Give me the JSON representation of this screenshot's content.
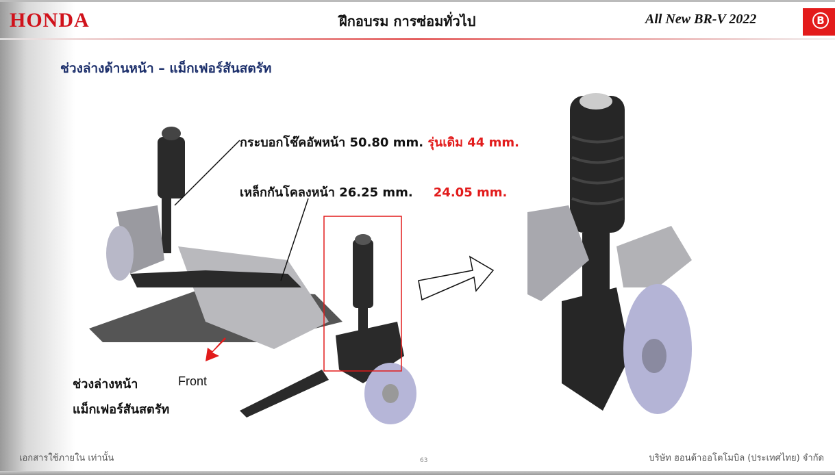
{
  "header": {
    "brand": "HONDA",
    "title": "ฝึกอบรม การซ่อมทั่วไป",
    "model": "All New BR-V  2022",
    "badge": "B"
  },
  "subtitle": "ช่วงล่างด้านหน้า – แม็กเฟอร์สันสตรัท",
  "callouts": {
    "shock_label": "กระบอกโช๊คอัพหน้า 50.80 mm.",
    "shock_old": "รุ่นเดิม 44 mm.",
    "stabilizer_label": "เหล็กกันโคลงหน้า 26.25 mm.",
    "stabilizer_old": "24.05 mm."
  },
  "caption": {
    "line1": "ช่วงล่างหน้า",
    "front": "Front",
    "line2": "แม็กเฟอร์สันสตรัท"
  },
  "footer": {
    "left": "เอกสารใช้ภายใน เท่านั้น",
    "page": "63",
    "right": "บริษัท ฮอนด้าออโตโมบิล (ประเทศไทย) จำกัด"
  },
  "colors": {
    "brand": "#d0121b",
    "subtitle": "#1c2f6b",
    "accent": "#e21b1b"
  }
}
